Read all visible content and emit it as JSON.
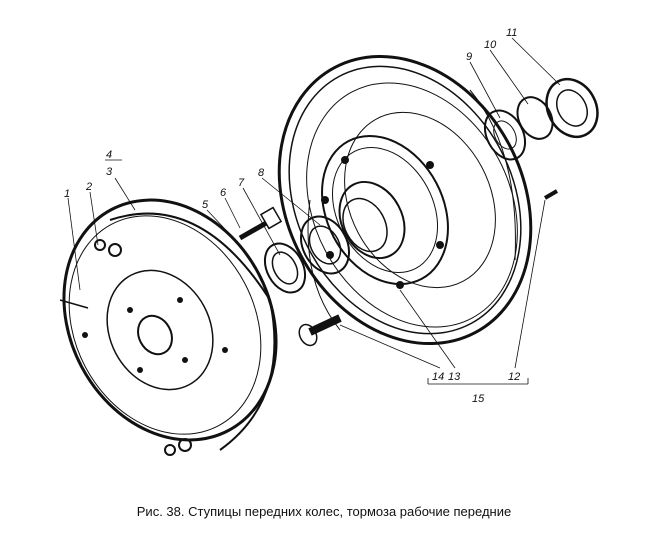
{
  "figure": {
    "caption": "Рис. 38. Ступицы передних колес, тормоза рабочие передние",
    "callouts": [
      {
        "id": "1",
        "text": "1"
      },
      {
        "id": "2",
        "text": "2"
      },
      {
        "id": "3",
        "text": "3"
      },
      {
        "id": "4",
        "text": "4"
      },
      {
        "id": "5",
        "text": "5"
      },
      {
        "id": "6",
        "text": "6"
      },
      {
        "id": "7",
        "text": "7"
      },
      {
        "id": "8",
        "text": "8"
      },
      {
        "id": "9",
        "text": "9"
      },
      {
        "id": "10",
        "text": "10"
      },
      {
        "id": "11",
        "text": "11"
      },
      {
        "id": "12",
        "text": "12"
      },
      {
        "id": "13",
        "text": "13"
      },
      {
        "id": "14",
        "text": "14"
      },
      {
        "id": "15",
        "text": "15"
      }
    ]
  }
}
